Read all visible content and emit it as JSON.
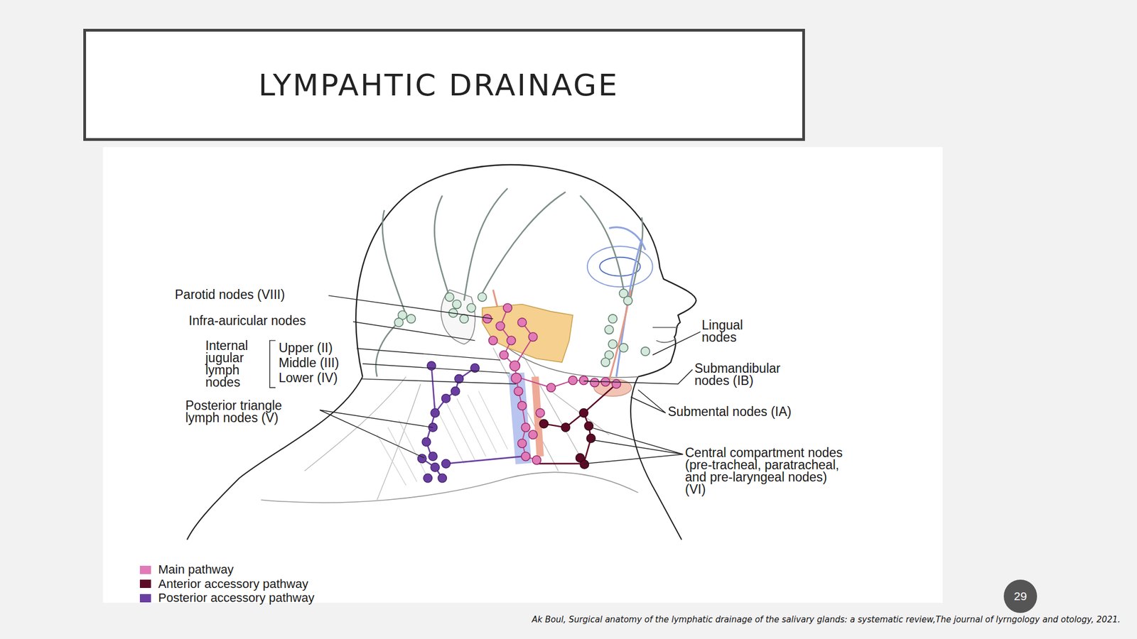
{
  "diagram": {
    "title": "LYMPAHTIC DRAINAGE",
    "caption": "Ak Boul, Surgical anatomy of the lymphatic drainage of the salivary glands: a systematic review,The journal of lyrngology and otology, 2021.",
    "nodes": [
      {
        "text": [
          "29"
        ]
      }
    ],
    "labels": [
      "Parotid nodes (VIII)",
      "Infra-auricular nodes",
      "Internal jugular lymph nodes",
      "Upper (II)",
      "Middle (III)",
      "Lower (IV)",
      "Posterior triangle lymph nodes (V)",
      "Lingual nodes",
      "Submandibular nodes (IB)",
      "Submental nodes (IA)",
      "Central compartment nodes (pre-tracheal, paratracheal, and pre-laryngeal nodes) (VI)"
    ],
    "legend": [
      {
        "text": "Main pathway",
        "color": "#e07bb8"
      },
      {
        "text": "Anterior accessory pathway",
        "color": "#5c0a25"
      },
      {
        "text": "Posterior accessory pathway",
        "color": "#6a3ea1"
      }
    ]
  }
}
